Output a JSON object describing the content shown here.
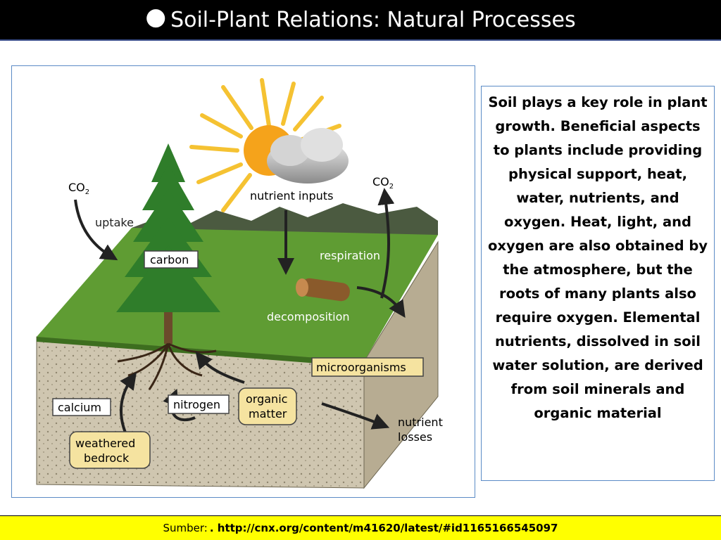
{
  "slide": {
    "title_bullet": "●",
    "title": "Soil-Plant Relations: Natural Processes"
  },
  "diagram": {
    "labels": {
      "co2_left": "CO",
      "co2_left_sub": "2",
      "co2_right": "CO",
      "co2_right_sub": "2",
      "uptake": "uptake",
      "nutrient_inputs": "nutrient inputs",
      "respiration": "respiration",
      "carbon": "carbon",
      "decomposition": "decomposition",
      "microorganisms": "microorganisms",
      "calcium": "calcium",
      "nitrogen": "nitrogen",
      "organic_matter_line1": "organic",
      "organic_matter_line2": "matter",
      "weathered_bedrock_line1": "weathered",
      "weathered_bedrock_line2": "bedrock",
      "nutrient_losses_line1": "nutrient",
      "nutrient_losses_line2": "losses"
    }
  },
  "description": {
    "text": "Soil plays a key role in plant growth. Beneficial aspects to plants include providing physical support, heat, water, nutrients, and oxygen. Heat, light, and oxygen are also obtained by the atmosphere, but the roots of many plants also require oxygen. Elemental nutrients, dissolved in soil water solution, are derived from soil minerals and organic material"
  },
  "source": {
    "prefix": "Sumber:",
    "url": ". http://cnx.org/content/m41620/latest/#id1165166545097"
  },
  "colors": {
    "grass": "#5a9a2e",
    "soil": "#c9bfa8",
    "sun": "#f7b21b",
    "label_highlight": "#f5e3a0",
    "source_bar": "#ffff00"
  }
}
